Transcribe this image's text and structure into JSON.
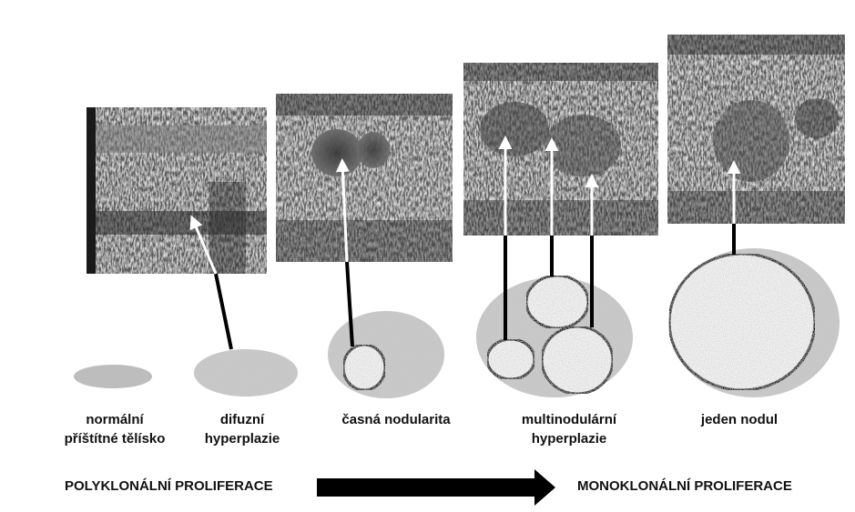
{
  "stages": [
    {
      "label_lines": [
        "normální",
        "příštítné tělísko"
      ]
    },
    {
      "label_lines": [
        "difuzní",
        "hyperplazie"
      ]
    },
    {
      "label_lines": [
        "časná nodularita"
      ]
    },
    {
      "label_lines": [
        "multinodulární",
        "hyperplazie"
      ]
    },
    {
      "label_lines": [
        "jeden nodul"
      ]
    }
  ],
  "footer": {
    "left_label": "POLYKLONÁLNÍ PROLIFERACE",
    "right_label": "MONOKLONÁLNÍ PROLIFERACE"
  },
  "colors": {
    "background": "#ffffff",
    "text": "#111111",
    "normal_gland_fill": "#bdbdbd",
    "hyperplasia_fill": "#c9c9c9",
    "nodule_fill": "#f4f4f4",
    "outline": "#000000",
    "arrow_line": "#ffffff"
  }
}
